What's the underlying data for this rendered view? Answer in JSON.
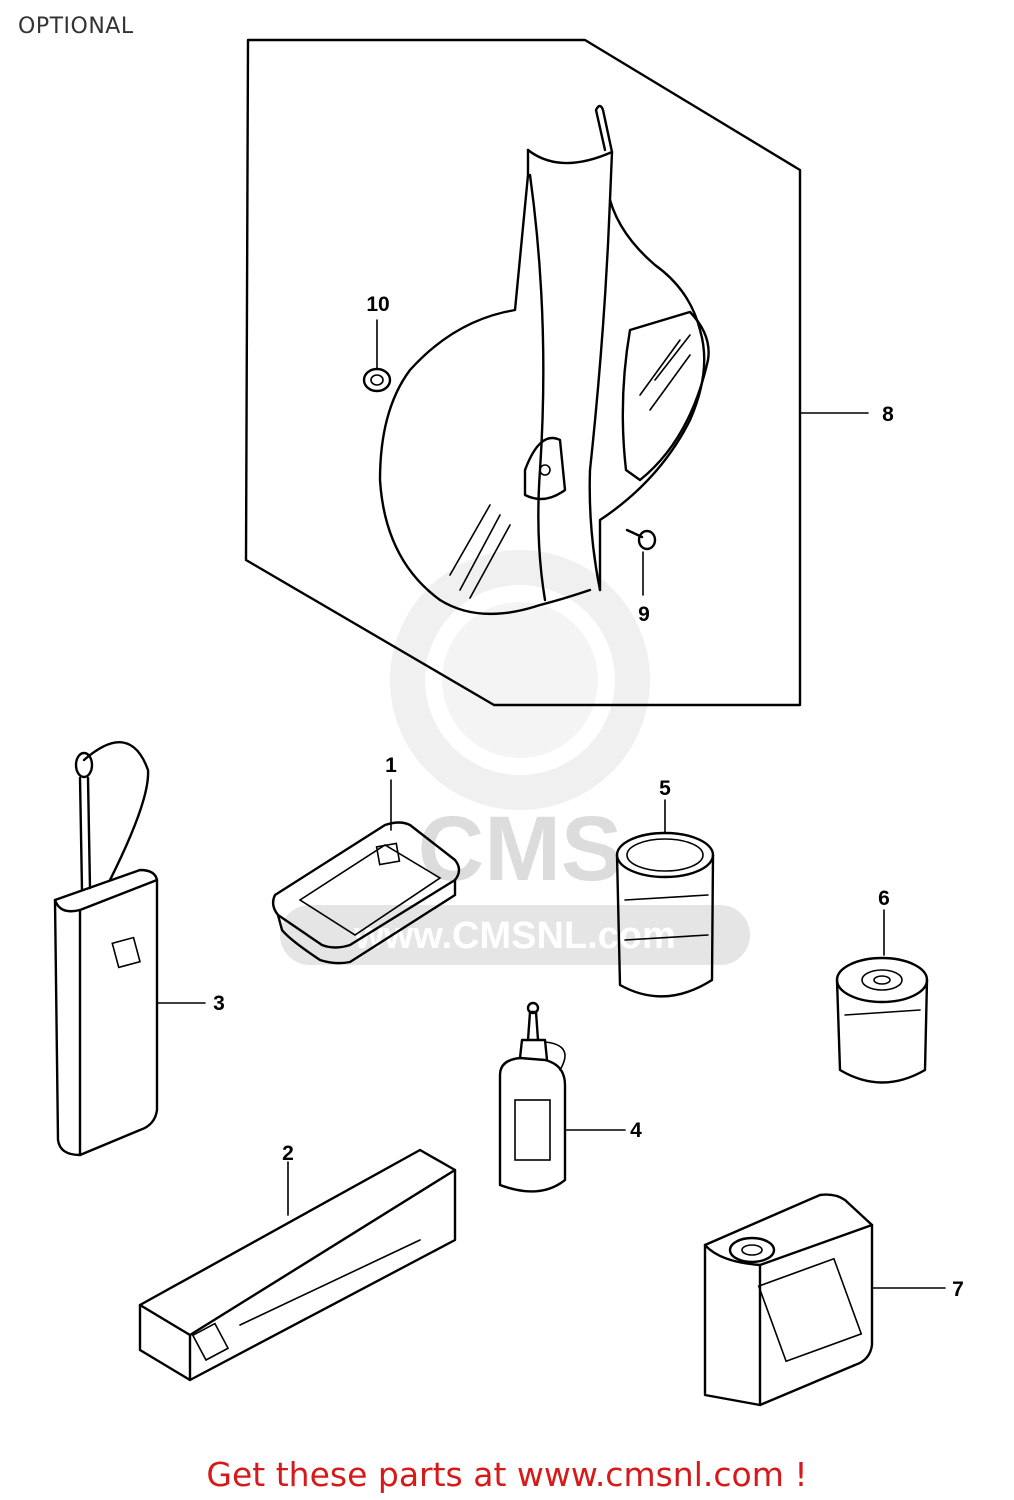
{
  "page": {
    "title": "OPTIONAL"
  },
  "diagram": {
    "callouts": {
      "c1": "1",
      "c2": "2",
      "c3": "3",
      "c4": "4",
      "c5": "5",
      "c6": "6",
      "c7": "7",
      "c8": "8",
      "c9": "9",
      "c10": "10"
    },
    "watermark": {
      "text": "CMS",
      "url": "www.CMSNL.com"
    }
  },
  "footer": {
    "text": "Get these parts at www.cmsnl.com !"
  }
}
